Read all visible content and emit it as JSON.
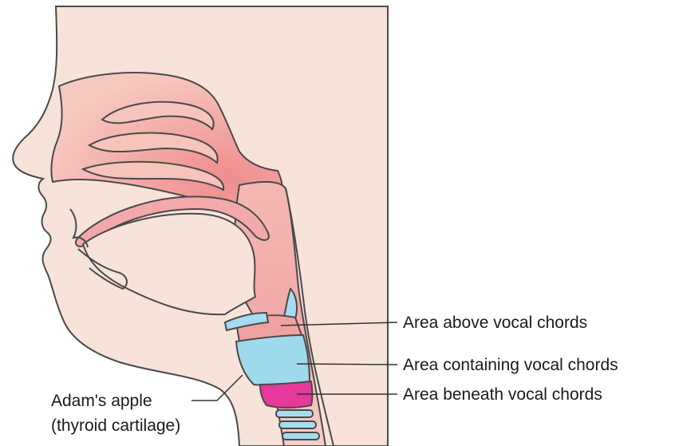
{
  "labels": {
    "above": "Area above vocal chords",
    "containing": "Area containing vocal chords",
    "beneath": "Area beneath vocal chords",
    "adams_apple_line1": "Adam's apple",
    "adams_apple_line2": "(thyroid cartilage)"
  },
  "colors": {
    "background": "#ffffff",
    "skin": "#f7e3d9",
    "airway": "#f3b0b0",
    "airway_dark": "#ee8f8f",
    "outline": "#4a4a4a",
    "area_above": "#f0a2a2",
    "area_containing": "#9fd9ec",
    "area_beneath": "#e6399b",
    "cartilage": "#a5dcef",
    "leader_line": "#333333"
  }
}
